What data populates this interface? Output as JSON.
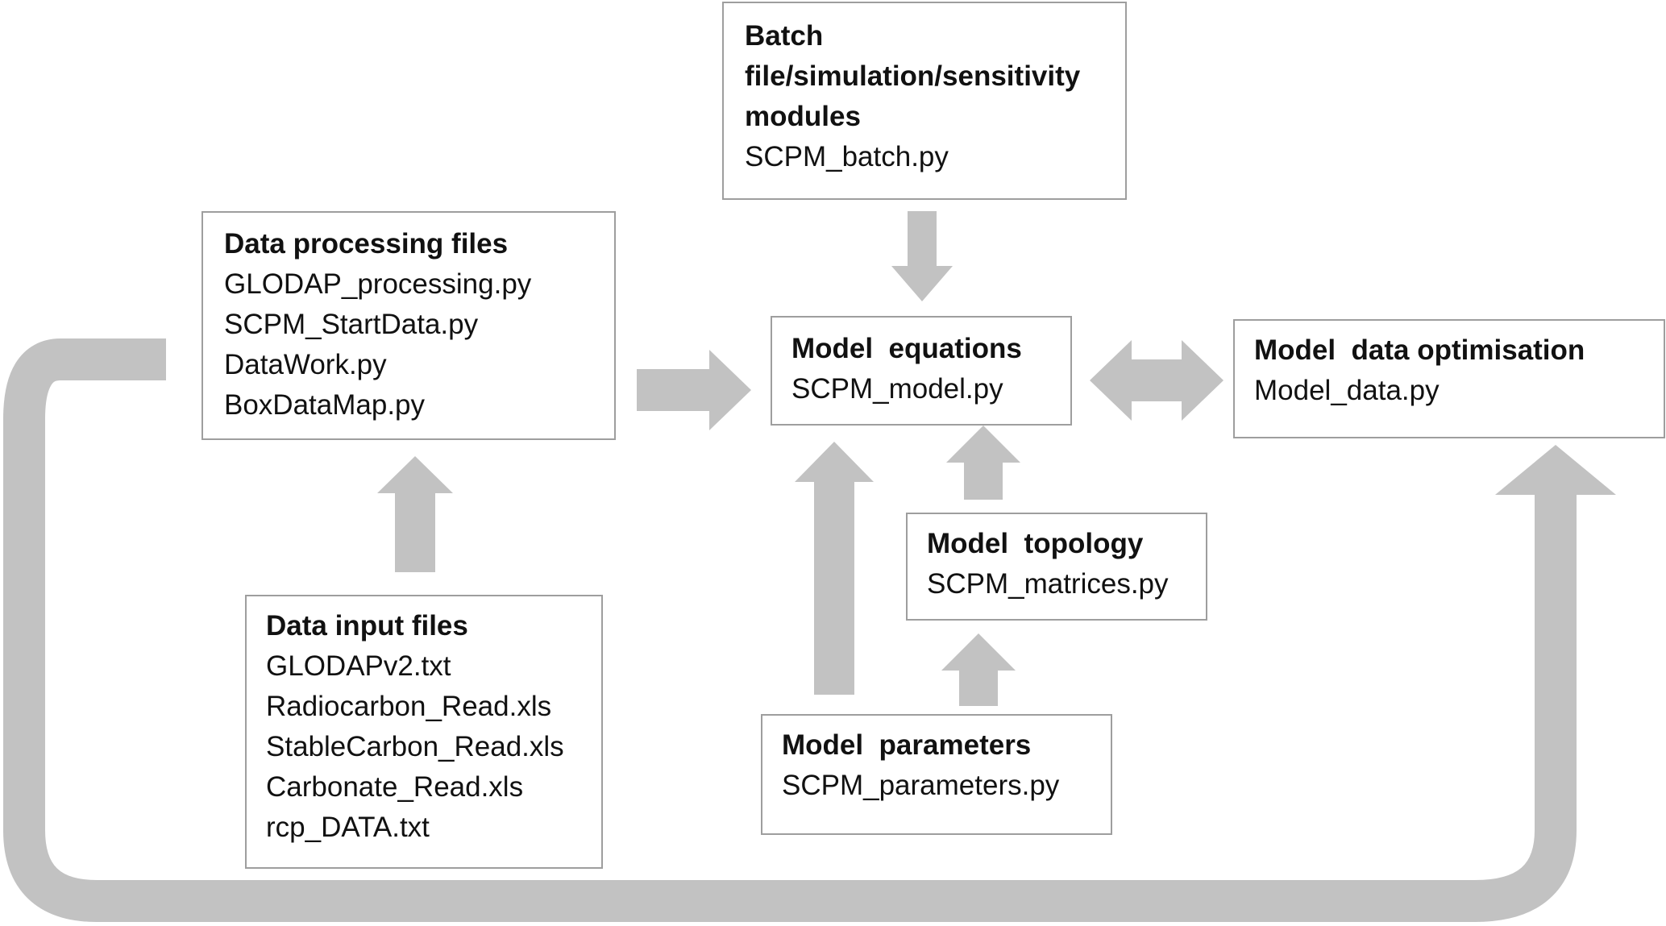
{
  "colors": {
    "arrow": "#c2c2c2",
    "box_border": "#9e9e9e",
    "text": "#111111"
  },
  "boxes": {
    "batch": {
      "title": "Batch\nfile/simulation/sensitivity\nmodules",
      "files": [
        "SCPM_batch.py"
      ]
    },
    "data_processing": {
      "title": "Data processing files",
      "files": [
        "GLODAP_processing.py",
        "SCPM_StartData.py",
        "DataWork.py",
        "BoxDataMap.py"
      ]
    },
    "model_equations": {
      "title": "Model  equations",
      "files": [
        "SCPM_model.py"
      ]
    },
    "model_data_optimisation": {
      "title": "Model  data optimisation",
      "files": [
        "Model_data.py"
      ]
    },
    "model_topology": {
      "title": "Model  topology",
      "files": [
        "SCPM_matrices.py"
      ]
    },
    "data_input": {
      "title": "Data input files",
      "files": [
        "GLODAPv2.txt",
        "Radiocarbon_Read.xls",
        "StableCarbon_Read.xls",
        "Carbonate_Read.xls",
        "rcp_DATA.txt"
      ]
    },
    "model_parameters": {
      "title": "Model  parameters",
      "files": [
        "SCPM_parameters.py"
      ]
    }
  }
}
